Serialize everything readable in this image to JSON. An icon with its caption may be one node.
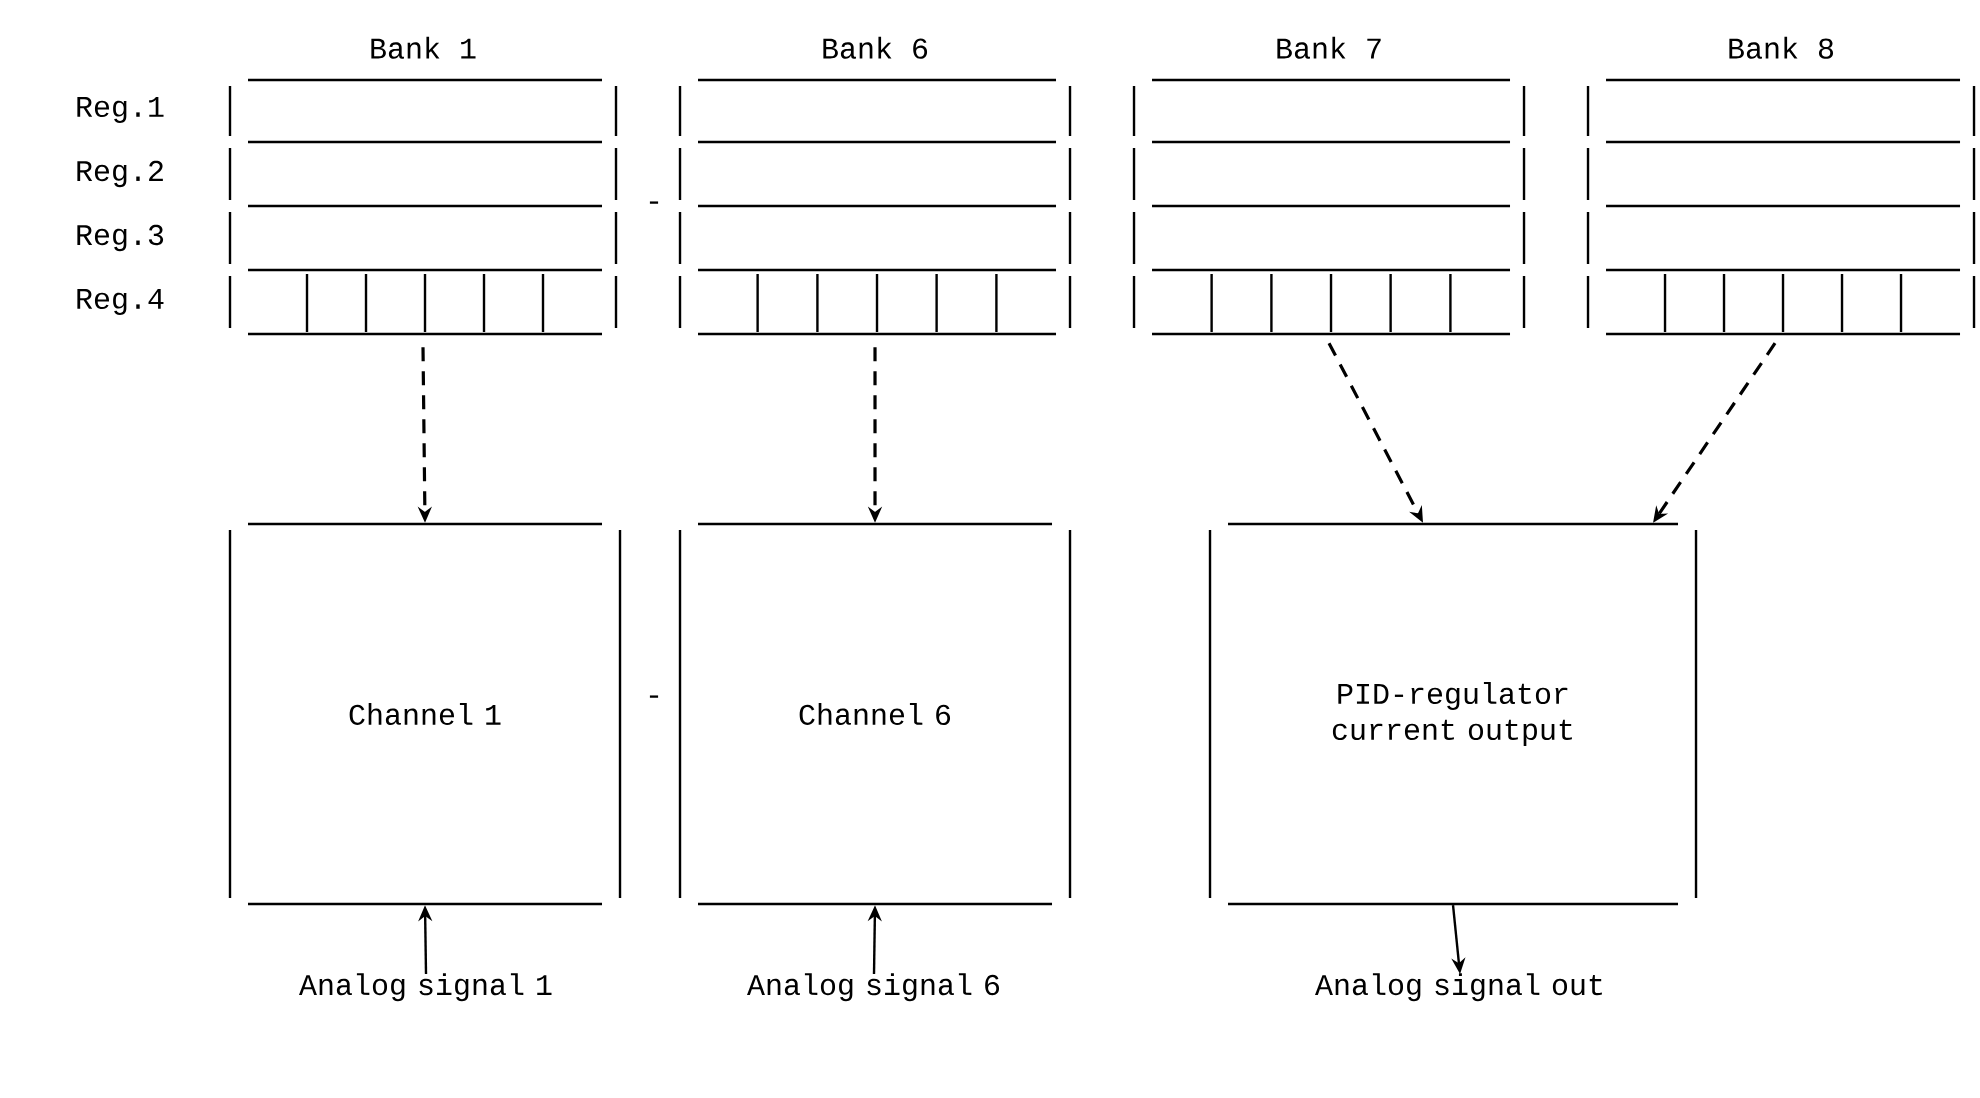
{
  "diagram": {
    "nodes": [
      {
        "text": [
          "Bank 1"
        ]
      },
      {
        "text": [
          "Bank 6"
        ]
      },
      {
        "text": [
          "Bank 7"
        ]
      },
      {
        "text": [
          "Bank 8"
        ]
      },
      {
        "text": [
          "Channel 1"
        ]
      },
      {
        "text": [
          "Channel 6"
        ]
      },
      {
        "text": [
          "PID-regulator current output"
        ]
      },
      {
        "text": [
          "Analog signal 1"
        ]
      },
      {
        "text": [
          "Analog signal 6"
        ]
      },
      {
        "text": [
          "Analog signal out"
        ]
      }
    ],
    "edges": [
      {
        "from": 0,
        "to": 4,
        "arrow": "to",
        "style": "dashed"
      },
      {
        "from": 1,
        "to": 5,
        "arrow": "to",
        "style": "dashed"
      },
      {
        "from": 2,
        "to": 6,
        "arrow": "to",
        "style": "dashed"
      },
      {
        "from": 3,
        "to": 6,
        "arrow": "to",
        "style": "dashed"
      },
      {
        "from": 7,
        "to": 4,
        "arrow": "to"
      },
      {
        "from": 8,
        "to": 5,
        "arrow": "to"
      },
      {
        "from": 6,
        "to": 9,
        "arrow": "to"
      }
    ],
    "labels": [
      "Reg.1",
      "Reg.2",
      "Reg.3",
      "Reg.4",
      "-",
      "-"
    ]
  }
}
